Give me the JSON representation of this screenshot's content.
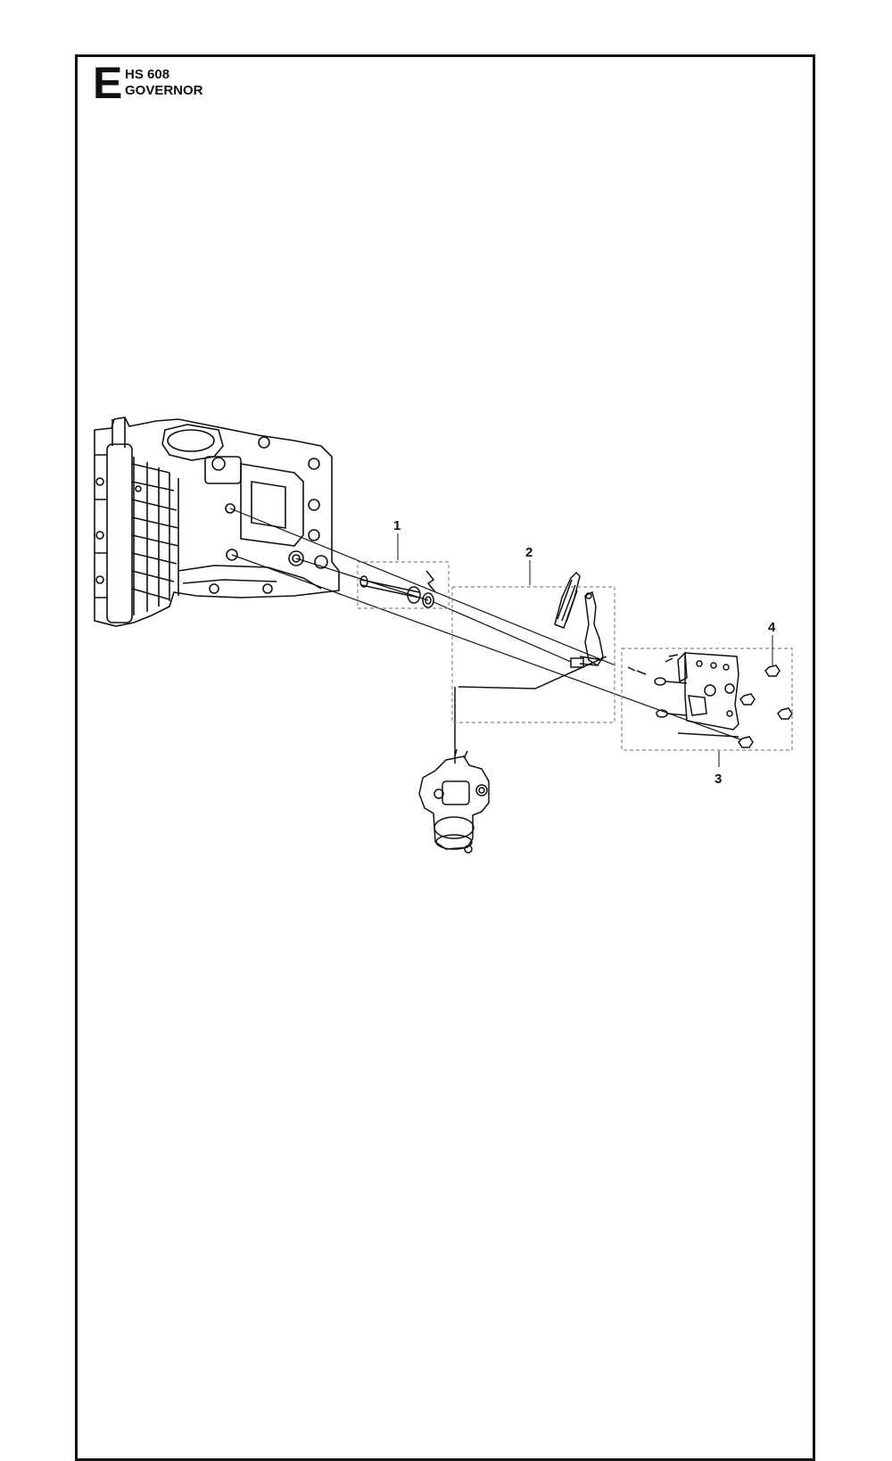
{
  "header": {
    "section_letter": "E",
    "model": "HS 608",
    "title": "GOVERNOR"
  },
  "callouts": [
    {
      "id": "1",
      "label": "1"
    },
    {
      "id": "2",
      "label": "2"
    },
    {
      "id": "3",
      "label": "3"
    },
    {
      "id": "4",
      "label": "4"
    }
  ],
  "colors": {
    "line": "#111111",
    "dash": "#888888",
    "background": "#ffffff"
  }
}
